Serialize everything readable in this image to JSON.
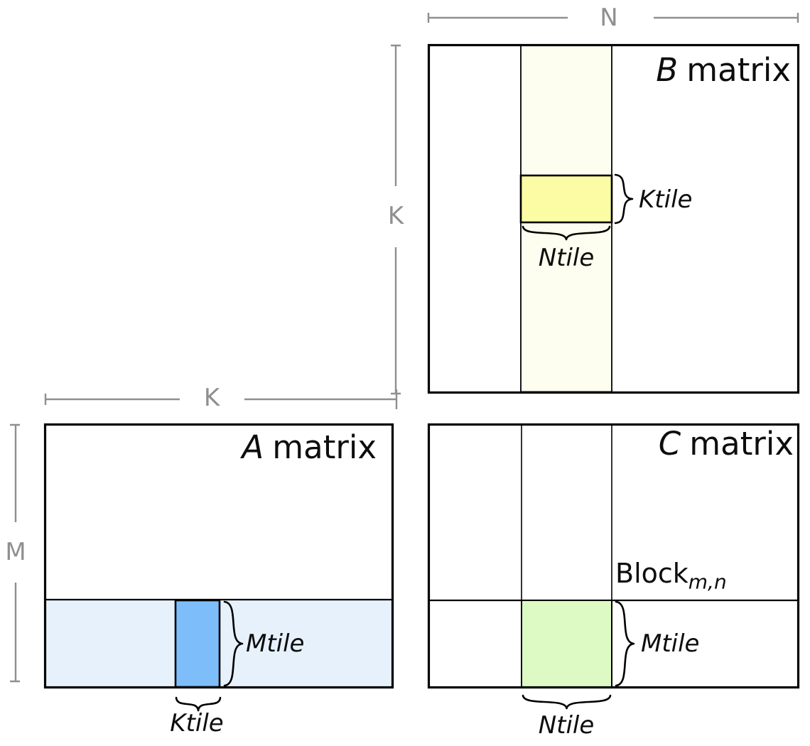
{
  "matrices": {
    "b": {
      "letter": "B",
      "word": "matrix"
    },
    "a": {
      "letter": "A",
      "word": "matrix"
    },
    "c": {
      "letter": "C",
      "word": "matrix"
    }
  },
  "dimensions": {
    "n": "N",
    "k": "K",
    "m": "M"
  },
  "tile_labels": {
    "ktile": "Ktile",
    "ntile": "Ntile",
    "mtile": "Mtile"
  },
  "block_label": {
    "base": "Block",
    "subscript": "m,n"
  },
  "colors": {
    "b_panel": "#fdfdf0",
    "b_tile": "#fcfca4",
    "a_panel": "#e7f1fc",
    "a_tile": "#7dbdfa",
    "c_tile": "#ddfac4",
    "line_black": "#000000",
    "dim_gray": "#8f8f8f"
  }
}
